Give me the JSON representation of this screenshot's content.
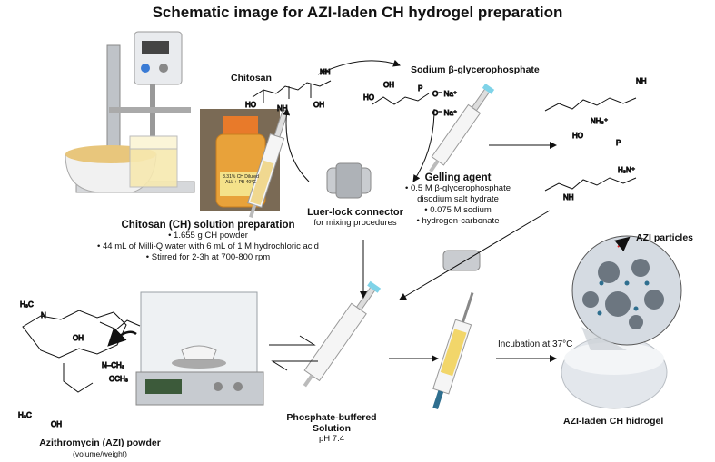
{
  "title": "Schematic image for AZI-laden CH hydrogel preparation",
  "chitosan": {
    "label": "Chitosan",
    "heading": "Chitosan (CH) solution preparation",
    "steps": [
      "1.655 g CH powder",
      "44 mL of Milli-Q water with 6 mL of 1 M hydrochloric acid",
      "Stirred for 2-3h at 700-800 rpm"
    ]
  },
  "glycerophosphate": {
    "label": "Sodium β-glycerophosphate"
  },
  "gelling_agent": {
    "heading": "Gelling agent",
    "items": [
      "0.5 M β-glycerophosphate disodium salt hydrate",
      "0.075 M sodium",
      "hydrogen-carbonate"
    ]
  },
  "luer_lock": {
    "heading": "Luer-lock connector",
    "sub": "for mixing procedures"
  },
  "azi_particles": {
    "label": "AZI particles"
  },
  "pbs": {
    "heading_line1": "Phosphate-buffered",
    "heading_line2": "Solution",
    "sub": "pH 7.4"
  },
  "incubation": {
    "label": "Incubation at 37°C"
  },
  "hydrogel": {
    "label": "AZI-laden CH hidrogel"
  },
  "azithromycin": {
    "heading": "Azithromycin (AZI) powder",
    "sub": "(volume/weight)"
  },
  "bottle_label": [
    "3.31% CH Diluted",
    "ALL + PB 40°C"
  ],
  "colors": {
    "syringe_tip": "#7fd3e8",
    "bottle_liquid": "#e8a23a",
    "cap": "#e87a2a",
    "particles": "#2f6f8f"
  }
}
